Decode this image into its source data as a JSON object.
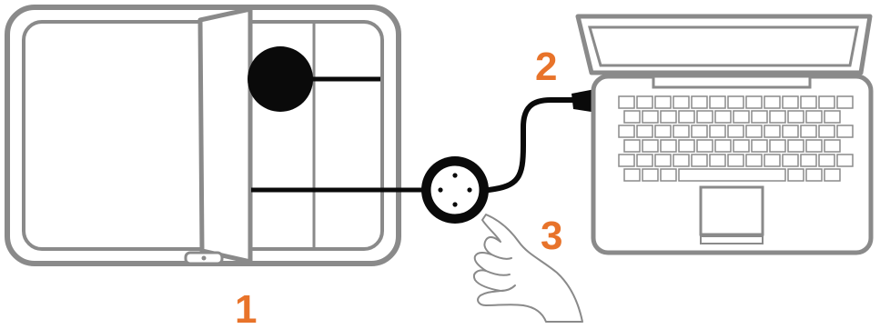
{
  "diagram": {
    "steps": [
      {
        "number": "1",
        "target": "scanner"
      },
      {
        "number": "2",
        "target": "laptop-usb-port"
      },
      {
        "number": "3",
        "target": "remote-button"
      }
    ],
    "colors": {
      "step_number": "#e8732a",
      "outline": "#888888",
      "fill": "#ffffff",
      "cable": "#111111"
    },
    "icons": [
      "scanner-icon",
      "laptop-icon",
      "remote-control-icon",
      "pointing-hand-icon",
      "usb-cable-icon"
    ]
  }
}
